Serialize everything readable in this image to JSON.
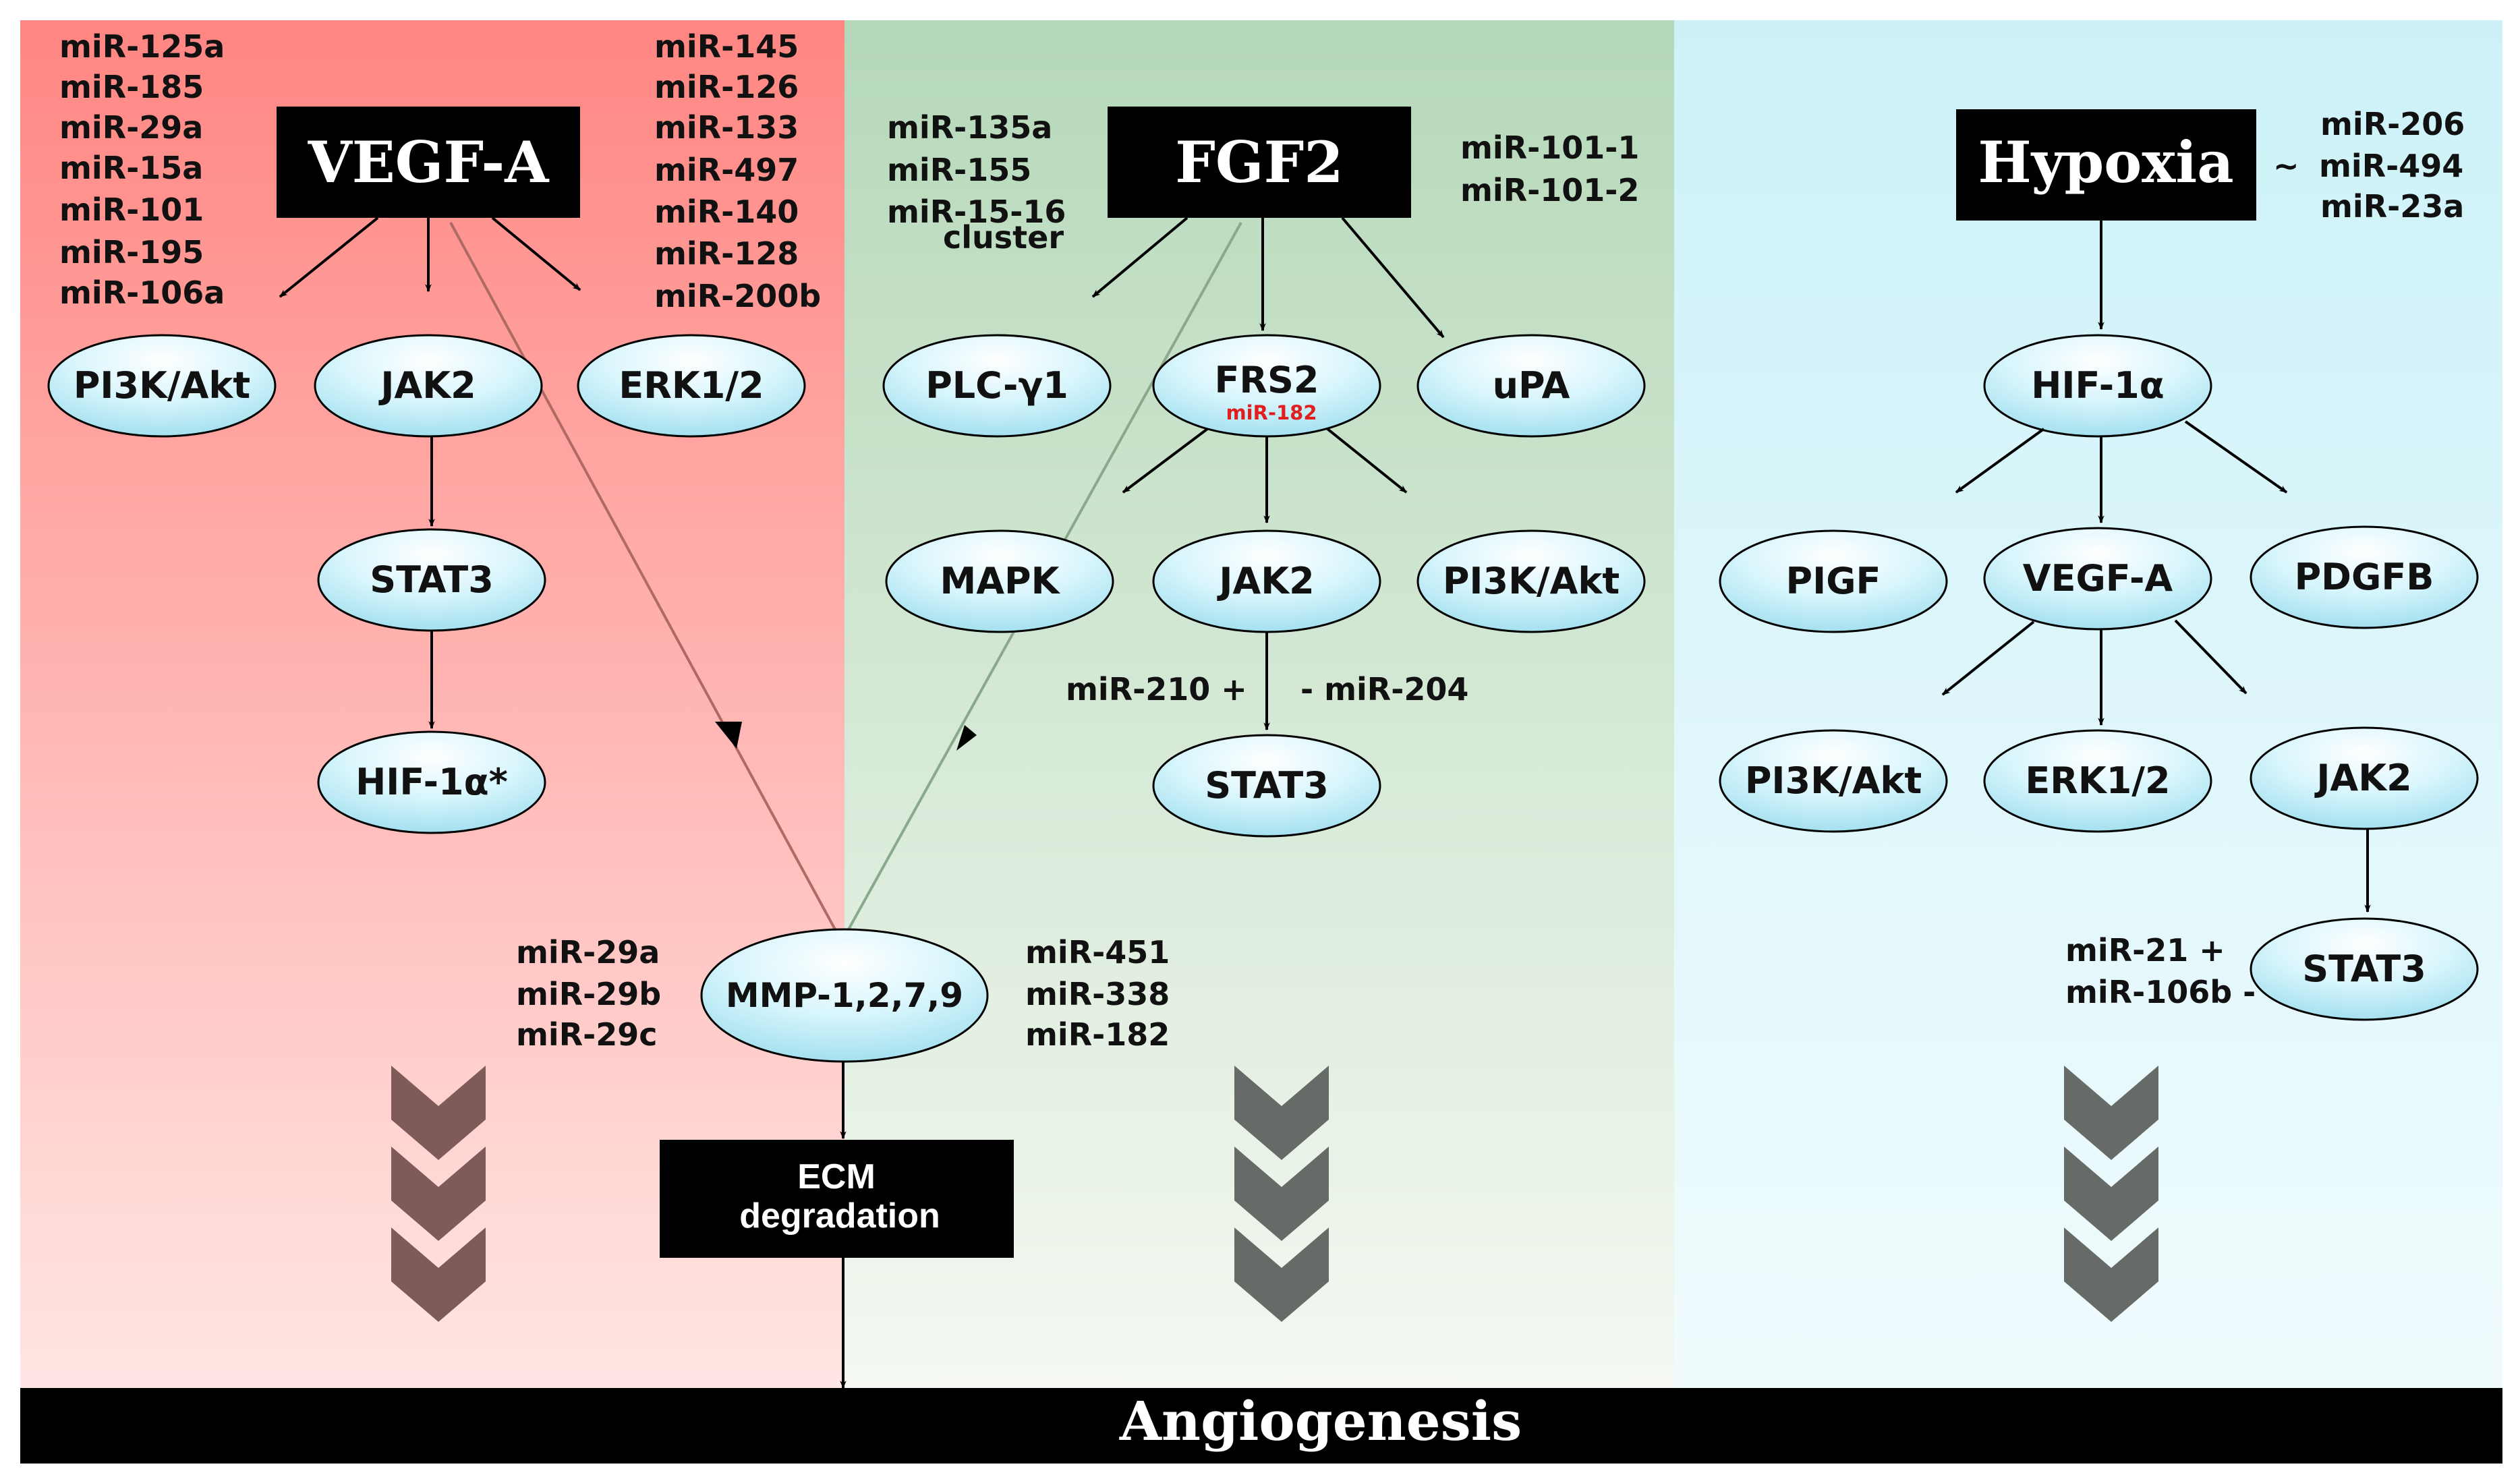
{
  "panels": {
    "vegf": {
      "title": "VEGF-A"
    },
    "fgf": {
      "title": "FGF2"
    },
    "hypoxia": {
      "title": "Hypoxia"
    }
  },
  "vegf_mirs_left": [
    "miR-125a",
    "miR-185",
    "miR-29a",
    "miR-15a",
    "miR-101",
    "miR-195",
    "miR-106a"
  ],
  "vegf_mirs_right": [
    "miR-145",
    "miR-126",
    "miR-133",
    "miR-497",
    "miR-140",
    "miR-128",
    "miR-200b"
  ],
  "vegf_nodes": {
    "pi3k": "PI3K/Akt",
    "jak2": "JAK2",
    "erk": "ERK1/2",
    "stat3": "STAT3",
    "hif": "HIF-1α*"
  },
  "fgf_mirs_left": [
    "miR-135a",
    "miR-155",
    "miR-15-16",
    "cluster"
  ],
  "fgf_mirs_right": [
    "miR-101-1",
    "miR-101-2"
  ],
  "fgf_nodes": {
    "plc": "PLC-γ1",
    "frs2": "FRS2",
    "frs2_mir": "miR-182",
    "upa": "uPA",
    "mapk": "MAPK",
    "jak2": "JAK2",
    "pi3k": "PI3K/Akt",
    "stat3": "STAT3"
  },
  "fgf_stat_regulators": {
    "left": "miR-210 +",
    "right": "- miR-204"
  },
  "hypoxia_mirs": {
    "tilde": "~",
    "list": [
      "miR-206",
      "miR-494",
      "miR-23a"
    ]
  },
  "hypoxia_nodes": {
    "hif": "HIF-1α",
    "pigf": "PIGF",
    "vegfa": "VEGF-A",
    "pdgfb": "PDGFB",
    "pi3k": "PI3K/Akt",
    "erk": "ERK1/2",
    "jak2": "JAK2",
    "stat3": "STAT3"
  },
  "hypoxia_stat_regulators": [
    "miR-21 +",
    "miR-106b -"
  ],
  "mmp": {
    "label": "MMP-1,2,7,9",
    "mirs_left": [
      "miR-29a",
      "miR-29b",
      "miR-29c"
    ],
    "mirs_right": [
      "miR-451",
      "miR-338",
      "miR-182"
    ]
  },
  "ecm": {
    "line1": "ECM",
    "line2": "degradation"
  },
  "footer": {
    "label": "Angiogenesis"
  },
  "colors": {
    "vegf_panel_top": "#ff8a86",
    "vegf_panel_bottom": "#ffe4e2",
    "fgf_panel_top": "#b7d9bb",
    "fgf_panel_bottom": "#f2f7ef",
    "hypoxia_panel_top": "#cdf2f8",
    "hypoxia_panel_bottom": "#eefafc",
    "node_fill": "#c9f1fb",
    "chevron_vegf": "#7d5a57",
    "chevron_gray": "#6a6e6a",
    "box_black": "#000000"
  }
}
